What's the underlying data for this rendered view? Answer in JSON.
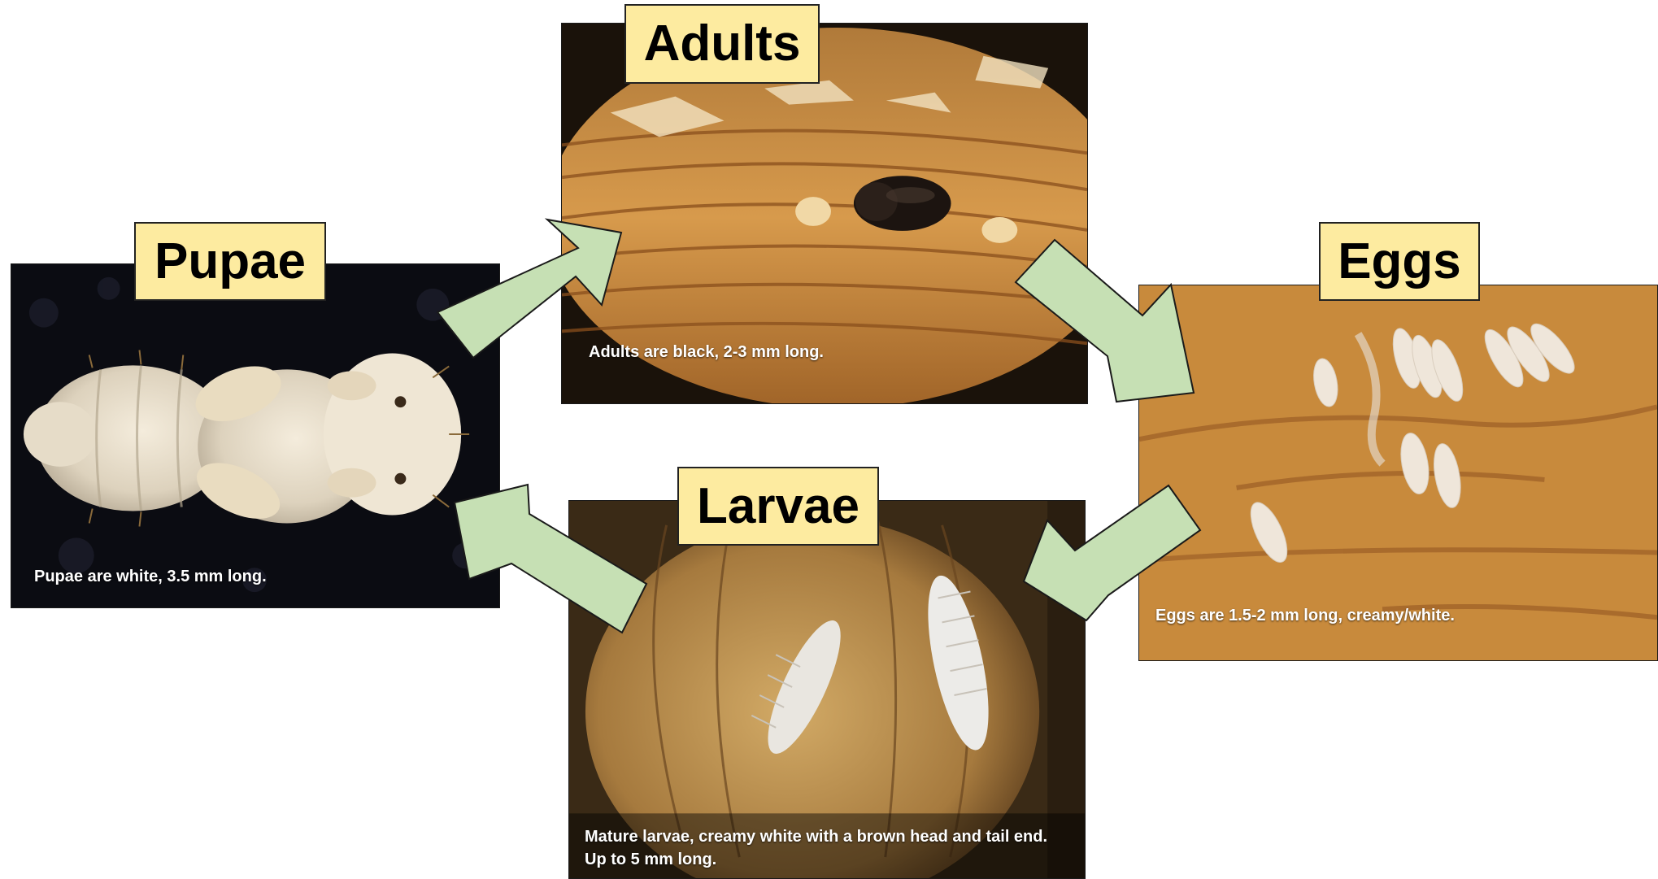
{
  "stages": {
    "adults": {
      "title": "Adults",
      "caption": "Adults are black, 2-3 mm long."
    },
    "eggs": {
      "title": "Eggs",
      "caption": "Eggs are 1.5-2 mm long, creamy/white."
    },
    "larvae": {
      "title": "Larvae",
      "caption": "Mature larvae, creamy white with a brown head and tail end. Up to 5 mm long."
    },
    "pupae": {
      "title": "Pupae",
      "caption": "Pupae are white, 3.5 mm long."
    }
  },
  "colors": {
    "label_fill": "#fdeba0",
    "arrow_fill": "#c6e0b4",
    "arrow_stroke": "#1a1a1a"
  }
}
